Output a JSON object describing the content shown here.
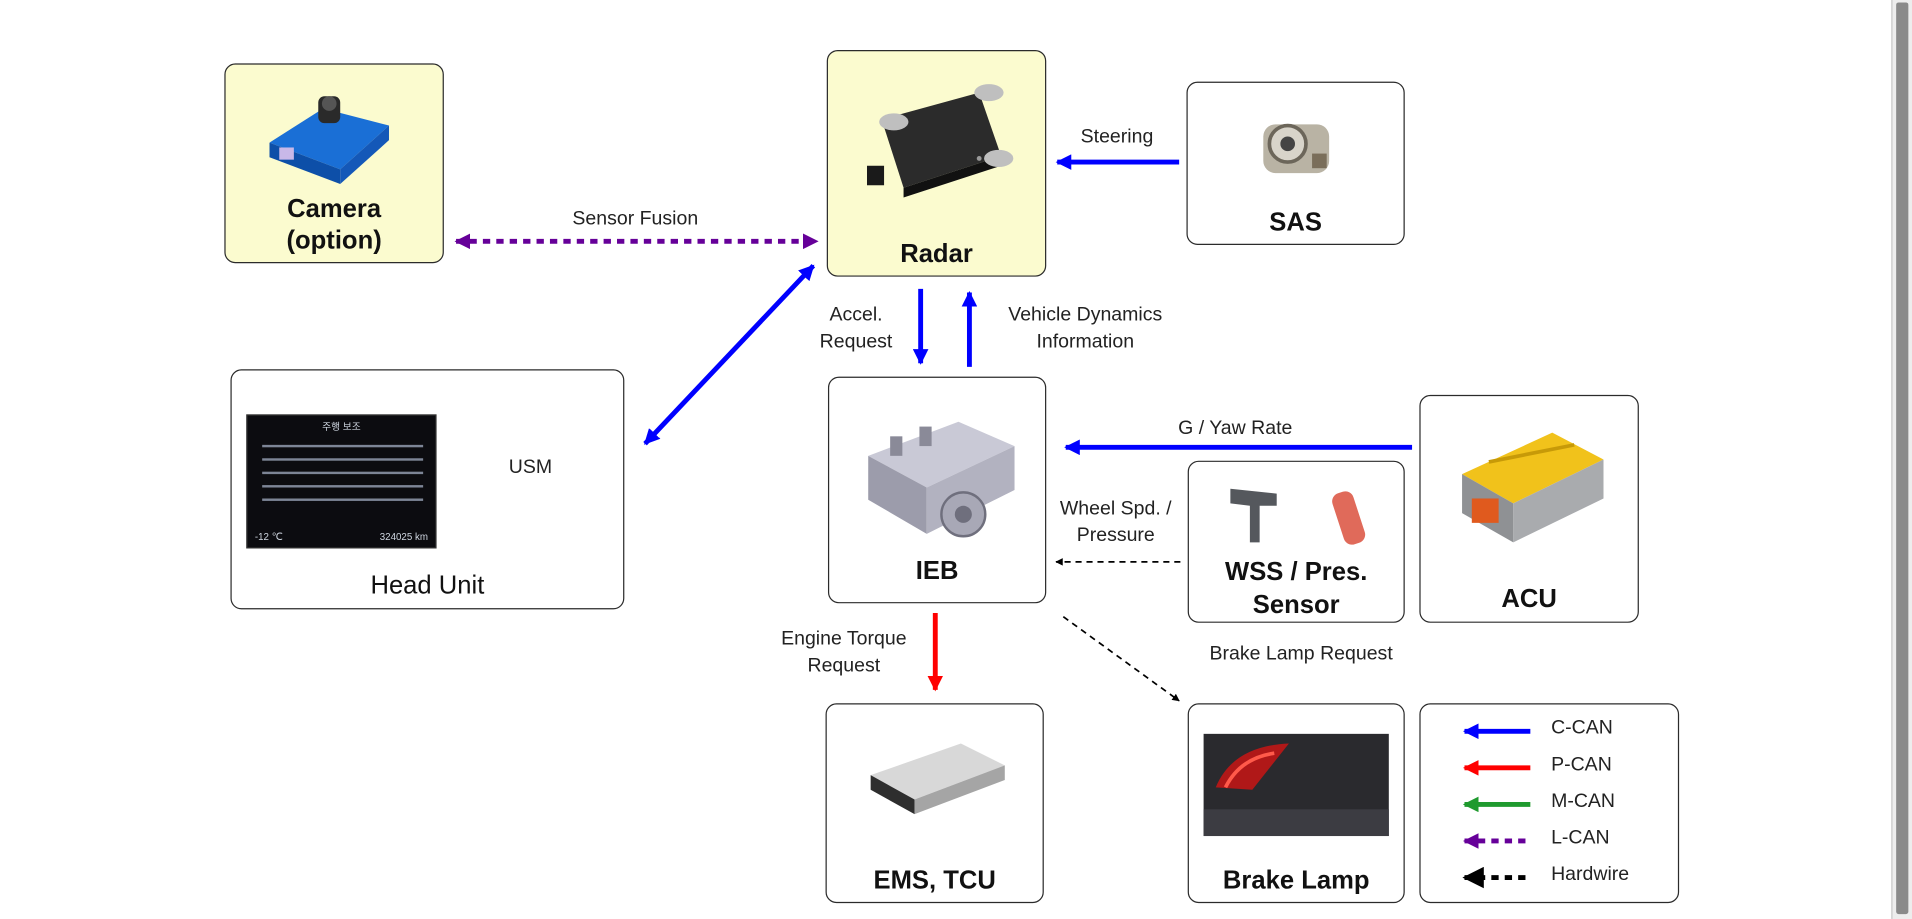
{
  "nodes": {
    "camera": [
      "Camera",
      "(option)"
    ],
    "radar": "Radar",
    "sas": "SAS",
    "head_unit": "Head Unit",
    "ieb": "IEB",
    "acu": "ACU",
    "wss": [
      "WSS / Pres.",
      "Sensor"
    ],
    "ems": "EMS, TCU",
    "brake_lamp": "Brake Lamp"
  },
  "head_unit_screen": {
    "header": "주행 보조",
    "footer_left": "-12 ℃",
    "footer_right": "324025 km"
  },
  "links": {
    "sensor_fusion": "Sensor Fusion",
    "steering": "Steering",
    "accel_request": [
      "Accel.",
      "Request"
    ],
    "vehicle_dynamics": [
      "Vehicle Dynamics",
      "Information"
    ],
    "usm": "USM",
    "g_yaw_rate": "G / Yaw Rate",
    "wheel_spd": [
      "Wheel Spd. /",
      "Pressure"
    ],
    "engine_torque": [
      "Engine Torque",
      "Request"
    ],
    "brake_lamp_request": "Brake Lamp Request"
  },
  "legend": [
    {
      "label": "C-CAN",
      "color": "#0000ff",
      "style": "solid"
    },
    {
      "label": "P-CAN",
      "color": "#ff0000",
      "style": "solid"
    },
    {
      "label": "M-CAN",
      "color": "#1f9a2e",
      "style": "solid"
    },
    {
      "label": "L-CAN",
      "color": "#660099",
      "style": "dotted"
    },
    {
      "label": "Hardwire",
      "color": "#000000",
      "style": "dotted"
    }
  ]
}
